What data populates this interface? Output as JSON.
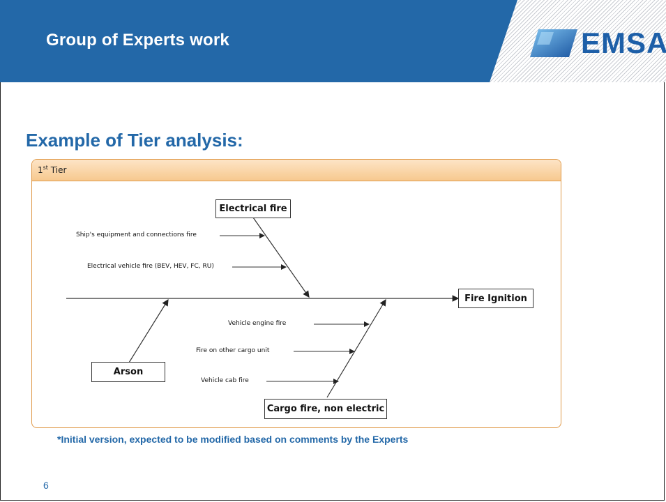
{
  "slide": {
    "header_title": "Group of Experts work",
    "logo_text": "EMSA",
    "section_title": "Example of Tier analysis:",
    "footnote": "*Initial version, expected to be modified based on comments by the Experts",
    "page_number": "6"
  },
  "tier": {
    "label_main": "1",
    "label_sup": "st",
    "label_rest": " Tier"
  },
  "diagram": {
    "effect": "Fire Ignition",
    "causes": {
      "electrical": {
        "title": "Electrical fire",
        "subcauses": [
          "Ship's equipment and connections fire",
          "Electrical vehicle fire (BEV, HEV, FC, RU)"
        ]
      },
      "arson": {
        "title": "Arson"
      },
      "cargo": {
        "title": "Cargo fire, non electric",
        "subcauses": [
          "Vehicle engine fire",
          "Fire on other cargo unit",
          "Vehicle cab fire"
        ]
      }
    }
  },
  "colors": {
    "brand_blue": "#2368a8",
    "tier_border": "#e09a4a",
    "tier_header": "#f7c98f"
  }
}
